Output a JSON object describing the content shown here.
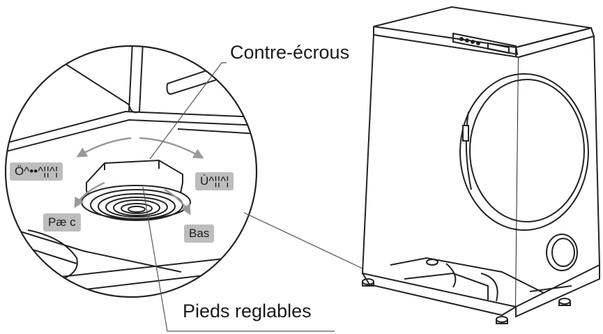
{
  "labels": {
    "lock_nuts": "Contre-écrous",
    "adjustable_feet": "Pieds reglables",
    "tag_left_top": "Ö^••^¦¦^¦",
    "tag_right_top": "Ù^¦¦^¦",
    "tag_left_bottom": "Pæ c",
    "tag_right_bottom": "Bas"
  },
  "colors": {
    "line": "#222222",
    "tag_fill": "#bdbdbd",
    "arrow": "#9a9a9a"
  }
}
